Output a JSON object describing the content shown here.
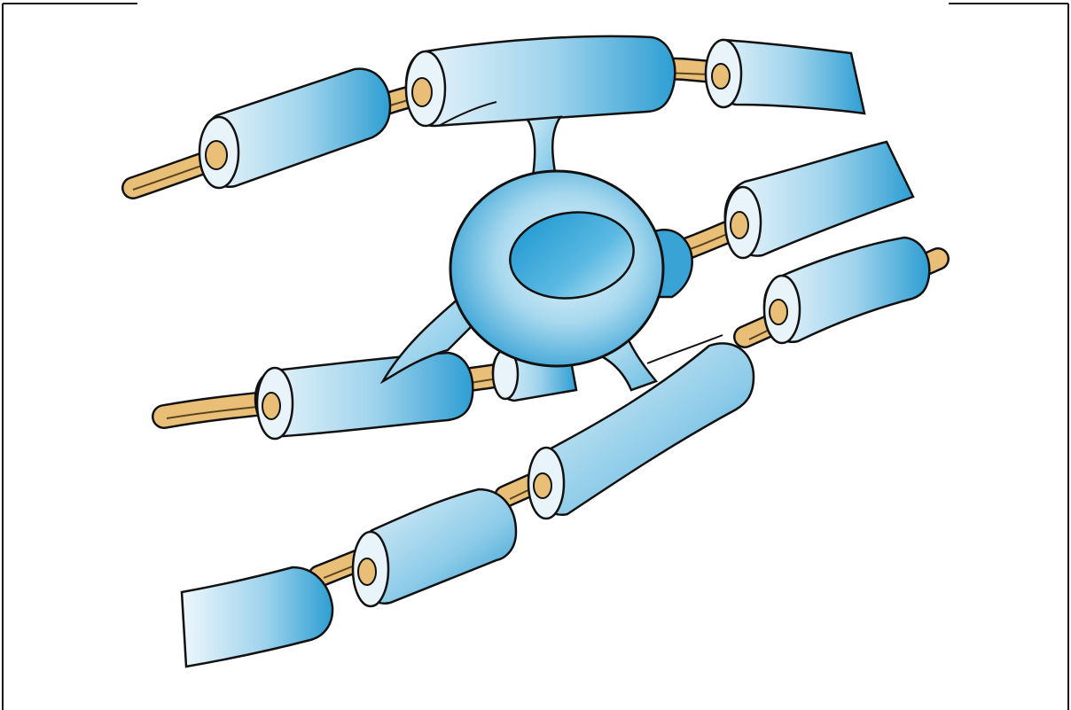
{
  "illustration": {
    "subject": "oligodendrocyte-myelinating-axons",
    "colors": {
      "sheath_light": "#e8f4fb",
      "sheath_mid": "#8fcbe8",
      "sheath_dark": "#2f9fd3",
      "axon": "#e9bf78",
      "axon_line": "#5a4420",
      "outline": "#111111",
      "background": "#ffffff"
    },
    "counts": {
      "axons": 4,
      "cell_processes": 4
    }
  }
}
